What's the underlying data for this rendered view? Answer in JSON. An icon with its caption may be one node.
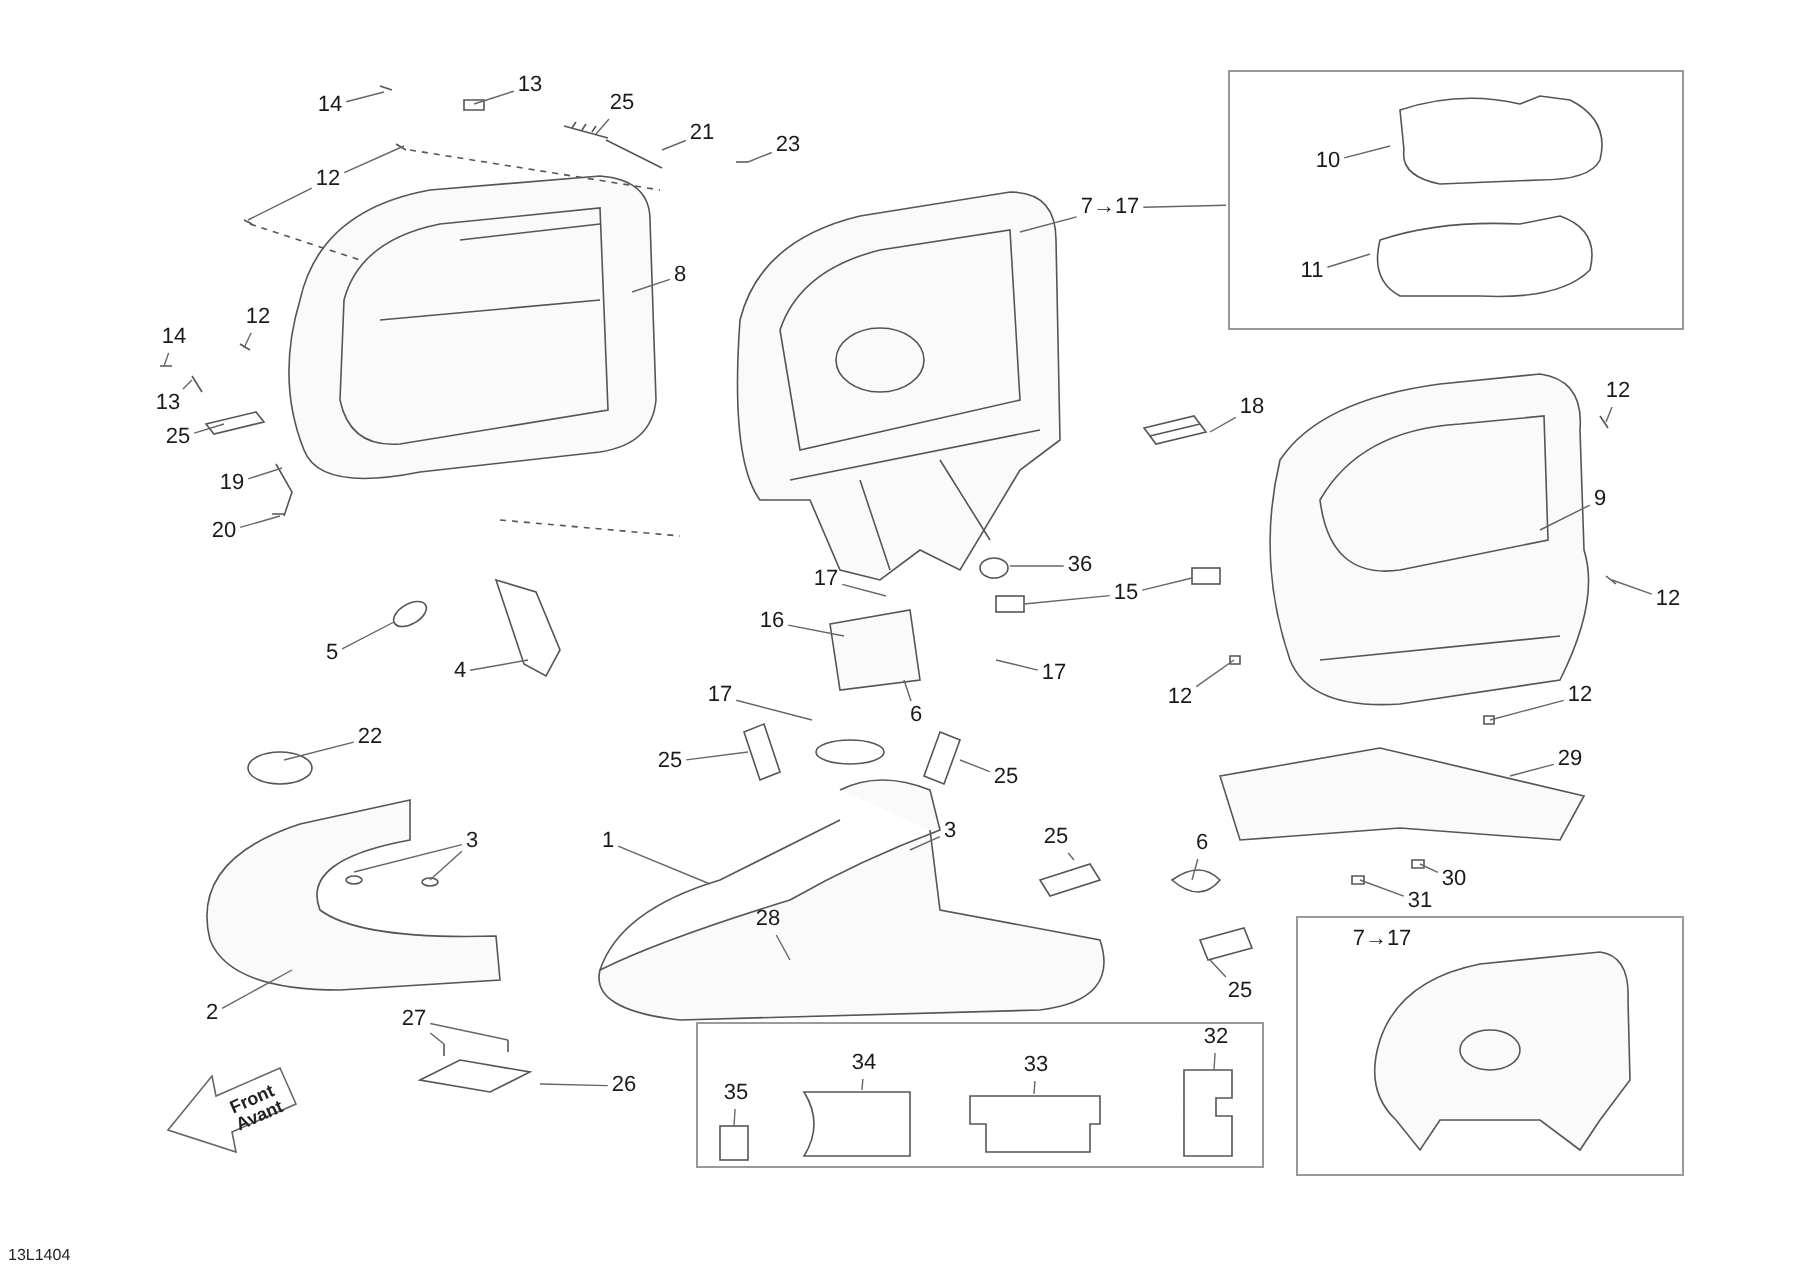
{
  "diagram": {
    "nodes": [
      {
        "text": [],
        "shape": "box"
      },
      {
        "text": [
          "10"
        ],
        "in": 0
      },
      {
        "text": [
          "11"
        ],
        "in": 0
      },
      {
        "text": [
          "14"
        ]
      },
      {
        "text": [
          "13"
        ]
      },
      {
        "text": [
          "25"
        ]
      },
      {
        "text": [
          "21"
        ]
      },
      {
        "text": [
          "23"
        ]
      },
      {
        "text": [
          "12"
        ]
      },
      {
        "text": [
          "7→17"
        ]
      },
      {
        "text": [
          "8"
        ]
      },
      {
        "text": [
          "12"
        ]
      },
      {
        "text": [
          "14"
        ]
      },
      {
        "text": [
          "13"
        ]
      },
      {
        "text": [
          "18"
        ]
      },
      {
        "text": [
          "12"
        ]
      },
      {
        "text": [
          "25"
        ]
      },
      {
        "text": [
          "19"
        ]
      },
      {
        "text": [
          "9"
        ]
      },
      {
        "text": [
          "20"
        ]
      },
      {
        "text": [
          "36"
        ]
      },
      {
        "text": [
          "17"
        ]
      },
      {
        "text": [
          "15"
        ]
      },
      {
        "text": [
          "12"
        ]
      },
      {
        "text": [
          "16"
        ]
      },
      {
        "text": [
          "5"
        ]
      },
      {
        "text": [
          "4"
        ]
      },
      {
        "text": [
          "17"
        ]
      },
      {
        "text": [
          "17"
        ]
      },
      {
        "text": [
          "12"
        ]
      },
      {
        "text": [
          "12"
        ]
      },
      {
        "text": [
          "6"
        ]
      },
      {
        "text": [
          "22"
        ]
      },
      {
        "text": [
          "25"
        ]
      },
      {
        "text": [
          "29"
        ]
      },
      {
        "text": [
          "25"
        ]
      },
      {
        "text": [
          "3"
        ]
      },
      {
        "text": [
          "3"
        ]
      },
      {
        "text": [
          "1"
        ]
      },
      {
        "text": [
          "25"
        ]
      },
      {
        "text": [
          "6"
        ]
      },
      {
        "text": [
          "30"
        ]
      },
      {
        "text": [
          "31"
        ]
      },
      {
        "text": [
          "28"
        ]
      },
      {
        "text": [],
        "shape": "box"
      },
      {
        "text": [
          "7→17"
        ],
        "in": 44
      },
      {
        "text": [
          "25"
        ]
      },
      {
        "text": [
          "2"
        ]
      },
      {
        "text": [
          "27"
        ]
      },
      {
        "text": [],
        "shape": "box"
      },
      {
        "text": [
          "32"
        ],
        "in": 49
      },
      {
        "text": [
          "34"
        ],
        "in": 49
      },
      {
        "text": [
          "33"
        ],
        "in": 49
      },
      {
        "text": [
          "26"
        ]
      },
      {
        "text": [
          "35"
        ],
        "in": 49
      }
    ],
    "edges": [
      {
        "from": 1,
        "to": null,
        "arrow": "none"
      },
      {
        "from": 2,
        "to": null,
        "arrow": "none"
      },
      {
        "from": 3,
        "to": null,
        "arrow": "none"
      },
      {
        "from": 4,
        "to": null,
        "arrow": "none"
      },
      {
        "from": 5,
        "to": null,
        "arrow": "none"
      },
      {
        "from": 6,
        "to": null,
        "arrow": "none"
      },
      {
        "from": 7,
        "to": null,
        "arrow": "none"
      },
      {
        "from": 8,
        "to": null,
        "arrow": "none"
      },
      {
        "from": 8,
        "to": null,
        "arrow": "none"
      },
      {
        "from": 9,
        "to": null,
        "arrow": "none"
      },
      {
        "from": 9,
        "to": 0,
        "arrow": "none"
      },
      {
        "from": 10,
        "to": null,
        "arrow": "none"
      },
      {
        "from": 11,
        "to": null,
        "arrow": "none"
      },
      {
        "from": 12,
        "to": null,
        "arrow": "none"
      },
      {
        "from": 13,
        "to": null,
        "arrow": "none"
      },
      {
        "from": 14,
        "to": null,
        "arrow": "none"
      },
      {
        "from": 15,
        "to": null,
        "arrow": "none"
      },
      {
        "from": 16,
        "to": null,
        "arrow": "none"
      },
      {
        "from": 17,
        "to": null,
        "arrow": "none"
      },
      {
        "from": 18,
        "to": null,
        "arrow": "none"
      },
      {
        "from": 19,
        "to": null,
        "arrow": "none"
      },
      {
        "from": 20,
        "to": null,
        "arrow": "none"
      },
      {
        "from": 21,
        "to": null,
        "arrow": "none"
      },
      {
        "from": 22,
        "to": null,
        "arrow": "none"
      },
      {
        "from": 22,
        "to": null,
        "arrow": "none"
      },
      {
        "from": 23,
        "to": null,
        "arrow": "none"
      },
      {
        "from": 24,
        "to": null,
        "arrow": "none"
      },
      {
        "from": 25,
        "to": null,
        "arrow": "none"
      },
      {
        "from": 26,
        "to": null,
        "arrow": "none"
      },
      {
        "from": 27,
        "to": null,
        "arrow": "none"
      },
      {
        "from": 28,
        "to": null,
        "arrow": "none"
      },
      {
        "from": 29,
        "to": null,
        "arrow": "none"
      },
      {
        "from": 30,
        "to": null,
        "arrow": "none"
      },
      {
        "from": 31,
        "to": null,
        "arrow": "none"
      },
      {
        "from": 32,
        "to": null,
        "arrow": "none"
      },
      {
        "from": 33,
        "to": null,
        "arrow": "none"
      },
      {
        "from": 34,
        "to": null,
        "arrow": "none"
      },
      {
        "from": 35,
        "to": null,
        "arrow": "none"
      },
      {
        "from": 36,
        "to": null,
        "arrow": "none"
      },
      {
        "from": 37,
        "to": null,
        "arrow": "none"
      },
      {
        "from": 37,
        "to": null,
        "arrow": "none"
      },
      {
        "from": 38,
        "to": null,
        "arrow": "none"
      },
      {
        "from": 39,
        "to": null,
        "arrow": "none"
      },
      {
        "from": 40,
        "to": null,
        "arrow": "none"
      },
      {
        "from": 41,
        "to": null,
        "arrow": "none"
      },
      {
        "from": 42,
        "to": null,
        "arrow": "none"
      },
      {
        "from": 43,
        "to": null,
        "arrow": "none"
      },
      {
        "from": 46,
        "to": null,
        "arrow": "none"
      },
      {
        "from": 47,
        "to": null,
        "arrow": "none"
      },
      {
        "from": 48,
        "to": null,
        "arrow": "none"
      },
      {
        "from": 48,
        "to": null,
        "arrow": "none"
      },
      {
        "from": 50,
        "to": null,
        "arrow": "none"
      },
      {
        "from": 51,
        "to": null,
        "arrow": "none"
      },
      {
        "from": 52,
        "to": null,
        "arrow": "none"
      },
      {
        "from": 53,
        "to": null,
        "arrow": "none"
      },
      {
        "from": 54,
        "to": null,
        "arrow": "none"
      }
    ],
    "labels": [
      "Front Avant",
      "13L1404"
    ]
  }
}
